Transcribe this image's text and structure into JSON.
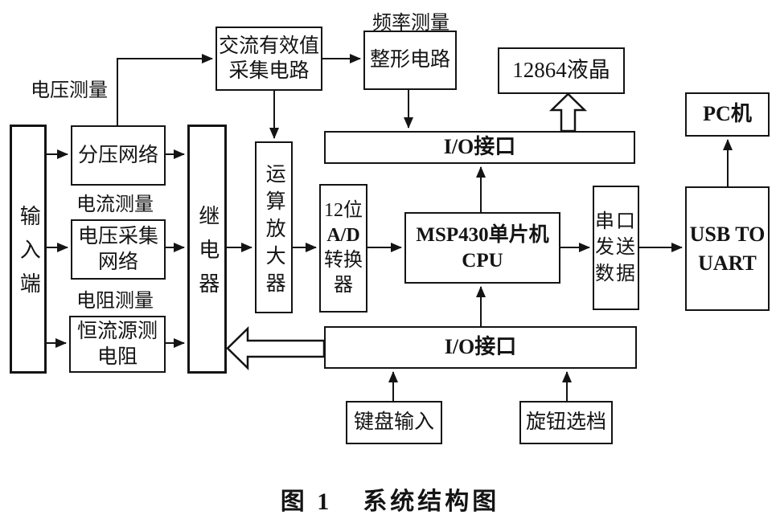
{
  "figure": {
    "caption_fig_no": "图 1",
    "caption_title": "系统结构图"
  },
  "labels": {
    "voltage_measurement": "电压测量",
    "current_measurement": "电流测量",
    "resistance_measurement": "电阻测量",
    "frequency_measurement": "频率测量"
  },
  "blocks": {
    "input_terminal": {
      "text": "输入端"
    },
    "voltage_divider": {
      "text": "分压网络"
    },
    "voltage_acquisition": {
      "line1": "电压采集",
      "line2": "网络"
    },
    "constant_current_resistance": {
      "line1": "恒流源测",
      "line2": "电阻"
    },
    "relay": {
      "text": "继电器"
    },
    "ac_rms_circuit": {
      "line1": "交流有效值",
      "line2": "采集电路"
    },
    "op_amp": {
      "text": "运算放大器"
    },
    "adc": {
      "line1": "12位",
      "line2": "A/D",
      "line3": "转换",
      "line4": "器"
    },
    "shaping_circuit": {
      "text": "整形电路"
    },
    "lcd": {
      "text": "12864液晶"
    },
    "io_top": {
      "text": "I/O接口"
    },
    "cpu": {
      "line1": "MSP430单片机",
      "line2": "CPU"
    },
    "serial_send": {
      "line1": "串口",
      "line2": "发送",
      "line3": "数据"
    },
    "usb_to_uart": {
      "line1": "USB TO",
      "line2": "UART"
    },
    "pc": {
      "text": "PC机"
    },
    "io_bottom": {
      "text": "I/O接口"
    },
    "keyboard_input": {
      "text": "键盘输入"
    },
    "knob_selector": {
      "text": "旋钮选档"
    }
  },
  "colors": {
    "line": "#141414",
    "background": "#ffffff"
  }
}
